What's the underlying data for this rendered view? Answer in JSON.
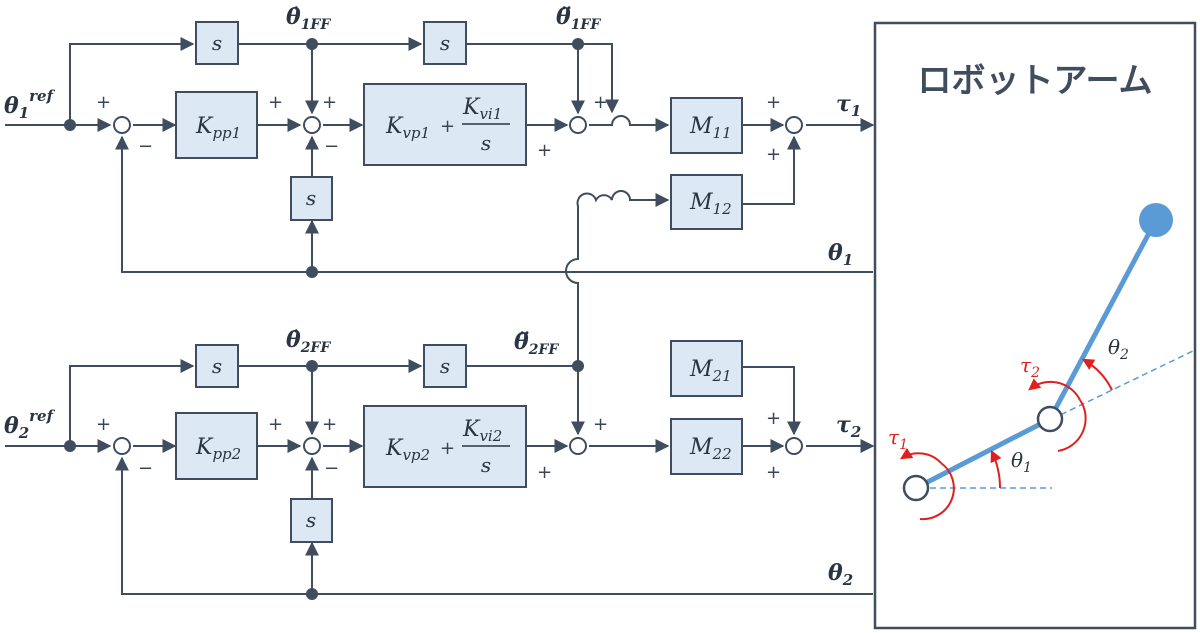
{
  "title": "ロボットアーム",
  "signs": {
    "plus": "+",
    "minus": "−"
  },
  "inputs": {
    "theta1": "θ",
    "theta1_sub": "1",
    "theta1_sup": "ref",
    "theta2": "θ",
    "theta2_sub": "2",
    "theta2_sup": "ref"
  },
  "feedforward": {
    "d1": "θ̇",
    "d1_sub": "1FF",
    "dd1": "θ̈",
    "dd1_sub": "1FF",
    "d2": "θ̇",
    "d2_sub": "2FF",
    "dd2": "θ̈",
    "dd2_sub": "2FF"
  },
  "blocks": {
    "s": "s",
    "kpp1": "K",
    "kpp1_sub": "pp1",
    "kpp2": "K",
    "kpp2_sub": "pp2",
    "kvp1": "K",
    "kvp1_sub": "vp1",
    "kvi1": "K",
    "kvi1_sub": "vi1",
    "kvp2": "K",
    "kvp2_sub": "vp2",
    "kvi2": "K",
    "kvi2_sub": "vi2",
    "m": "M",
    "m11_sub": "11",
    "m12_sub": "12",
    "m21_sub": "21",
    "m22_sub": "22"
  },
  "outputs": {
    "tau": "τ",
    "tau1_sub": "1",
    "tau2_sub": "2",
    "theta": "θ",
    "theta1_sub": "1",
    "theta2_sub": "2"
  },
  "arm": {
    "tau": "τ",
    "tau1_sub": "1",
    "tau2_sub": "2",
    "theta": "θ",
    "theta1_sub": "1",
    "theta2_sub": "2",
    "angle_color": "#e02020",
    "link_color": "#5b9bd5"
  }
}
